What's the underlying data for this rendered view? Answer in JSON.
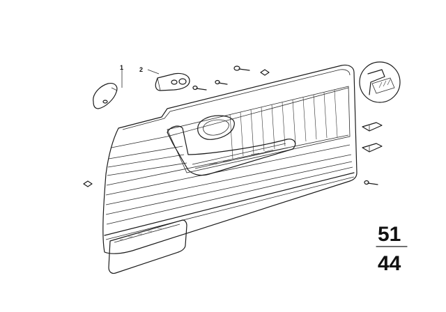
{
  "callouts": [
    {
      "label": "1"
    },
    {
      "label": "2"
    }
  ],
  "group_number": {
    "main": "51",
    "sub": "44"
  },
  "colors": {
    "line": "#1a1a1a",
    "background": "#ffffff"
  }
}
